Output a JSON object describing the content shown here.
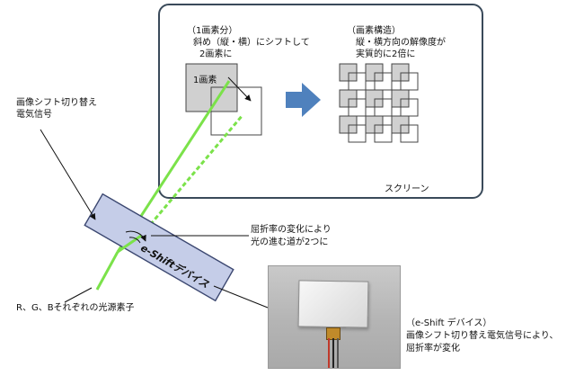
{
  "screen_box": {
    "caption": "スクリーン"
  },
  "pixel_unit": {
    "header": "（1画素分）",
    "line1": "斜め（縦・横）にシフトして",
    "line2": "2画素に",
    "box_label": "1画素"
  },
  "pixel_structure": {
    "header": "（画素構造）",
    "line1": "縦・横方向の解像度が",
    "line2": "実質的に2倍に"
  },
  "left_labels": {
    "signal_line1": "画像シフト切り替え",
    "signal_line2": "電気信号",
    "light_source": "R、G、Bそれぞれの光源素子"
  },
  "refraction": {
    "line1": "屈折率の変化により",
    "line2": "光の進む道が2つに"
  },
  "device": {
    "name": "e-Shiftデバイス"
  },
  "photo_caption": {
    "line1": "（e-Shift デバイス）",
    "line2": "画像シフト切り替え電気信号により、",
    "line3": "屈折率が変化"
  },
  "colors": {
    "light_green": "#7be24a",
    "arrow_blue": "#4f81bd",
    "device_fill": "#c5cde8",
    "pixel_gray": "#d0d0d0"
  },
  "icons": {
    "shift_arrow": "right-arrow-icon",
    "refraction_angle": "arc-angle-icon"
  }
}
